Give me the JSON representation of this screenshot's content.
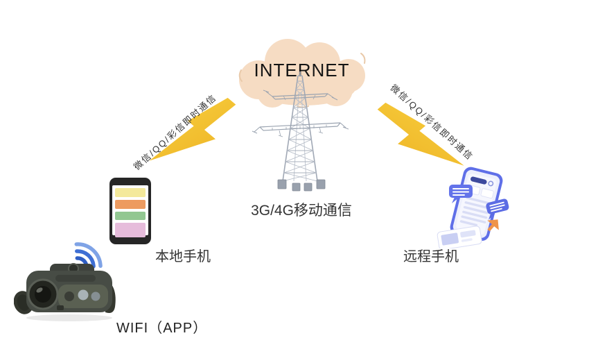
{
  "cloud": {
    "label": "INTERNET",
    "fill_color": "#f6dcc3"
  },
  "tower": {
    "label": "3G/4G移动通信",
    "lattice_color": "#a9b1bd"
  },
  "link_left": {
    "label": "微信/QQ/彩信即时通信",
    "bolt_color": "#f2c230"
  },
  "link_right": {
    "label": "微信/QQ/彩信即时通信",
    "bolt_color": "#f2c230"
  },
  "local_phone": {
    "label": "本地手机",
    "screen_bar_colors": [
      "#f4e99b",
      "#ed9b60",
      "#92c791",
      "#e6bcdb"
    ]
  },
  "wifi_device": {
    "label": "WIFI（APP）",
    "wifi_color": "#3b6bd0"
  },
  "remote_phone": {
    "label": "远程手机",
    "body_color": "#5f6fe8",
    "arrow_color": "#ef9449"
  }
}
